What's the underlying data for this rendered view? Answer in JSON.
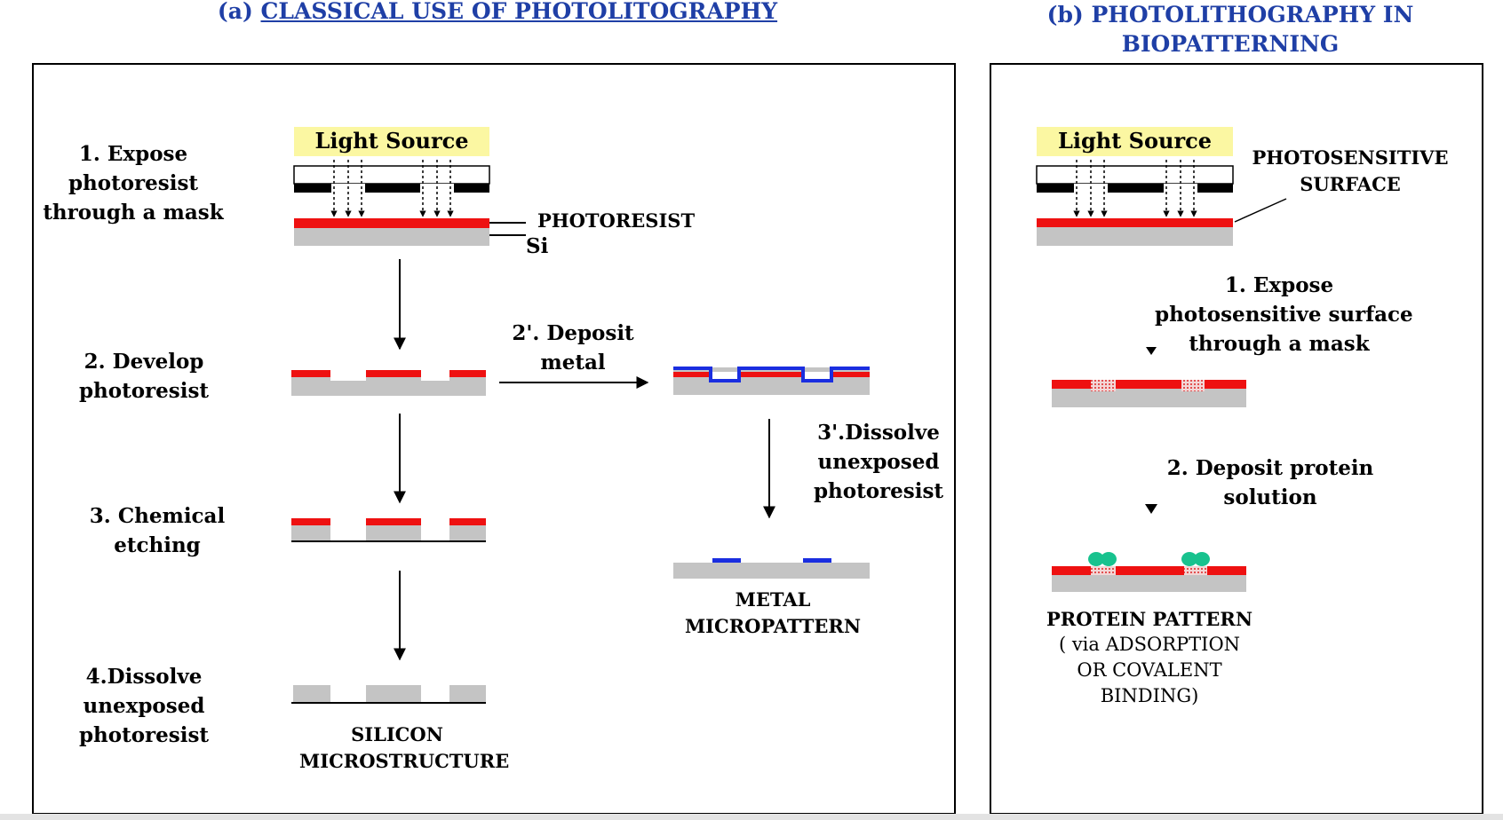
{
  "panel_a": {
    "title_prefix": "(a)",
    "title": "CLASSICAL USE OF PHOTOLITOGRAPHY",
    "light_source": "Light Source",
    "layer_photoresist": "PHOTORESIST",
    "layer_si": "Si",
    "step1": [
      "1. Expose",
      "photoresist",
      "through a mask"
    ],
    "step2": [
      "2. Develop",
      "photoresist"
    ],
    "step3": [
      "3. Chemical",
      "etching"
    ],
    "step4": [
      "4.Dissolve",
      "unexposed",
      "photoresist"
    ],
    "step2p": [
      "2'. Deposit",
      "metal"
    ],
    "step3p": [
      "3'.Dissolve",
      "unexposed",
      "photoresist"
    ],
    "result_silicon": [
      "SILICON",
      "MICROSTRUCTURE"
    ],
    "result_metal": [
      "METAL",
      "MICROPATTERN"
    ]
  },
  "panel_b": {
    "title": [
      "(b) PHOTOLITHOGRAPHY IN",
      "BIOPATTERNING"
    ],
    "light_source": "Light Source",
    "surface_label": [
      "PHOTOSENSITIVE",
      "SURFACE"
    ],
    "step1": [
      "1. Expose",
      "photosensitive surface",
      "through a mask"
    ],
    "step2": [
      "2. Deposit protein",
      "solution"
    ],
    "result": [
      "PROTEIN PATTERN",
      "( via ADSORPTION",
      "OR COVALENT",
      "BINDING)"
    ]
  },
  "colors": {
    "title_blue": "#1f3fa6",
    "photoresist_red": "#ee1111",
    "silicon_gray": "#c4c4c4",
    "metal_blue": "#1a2ee0",
    "light_yellow": "#fbf7a2",
    "protein_green": "#18c28e"
  }
}
